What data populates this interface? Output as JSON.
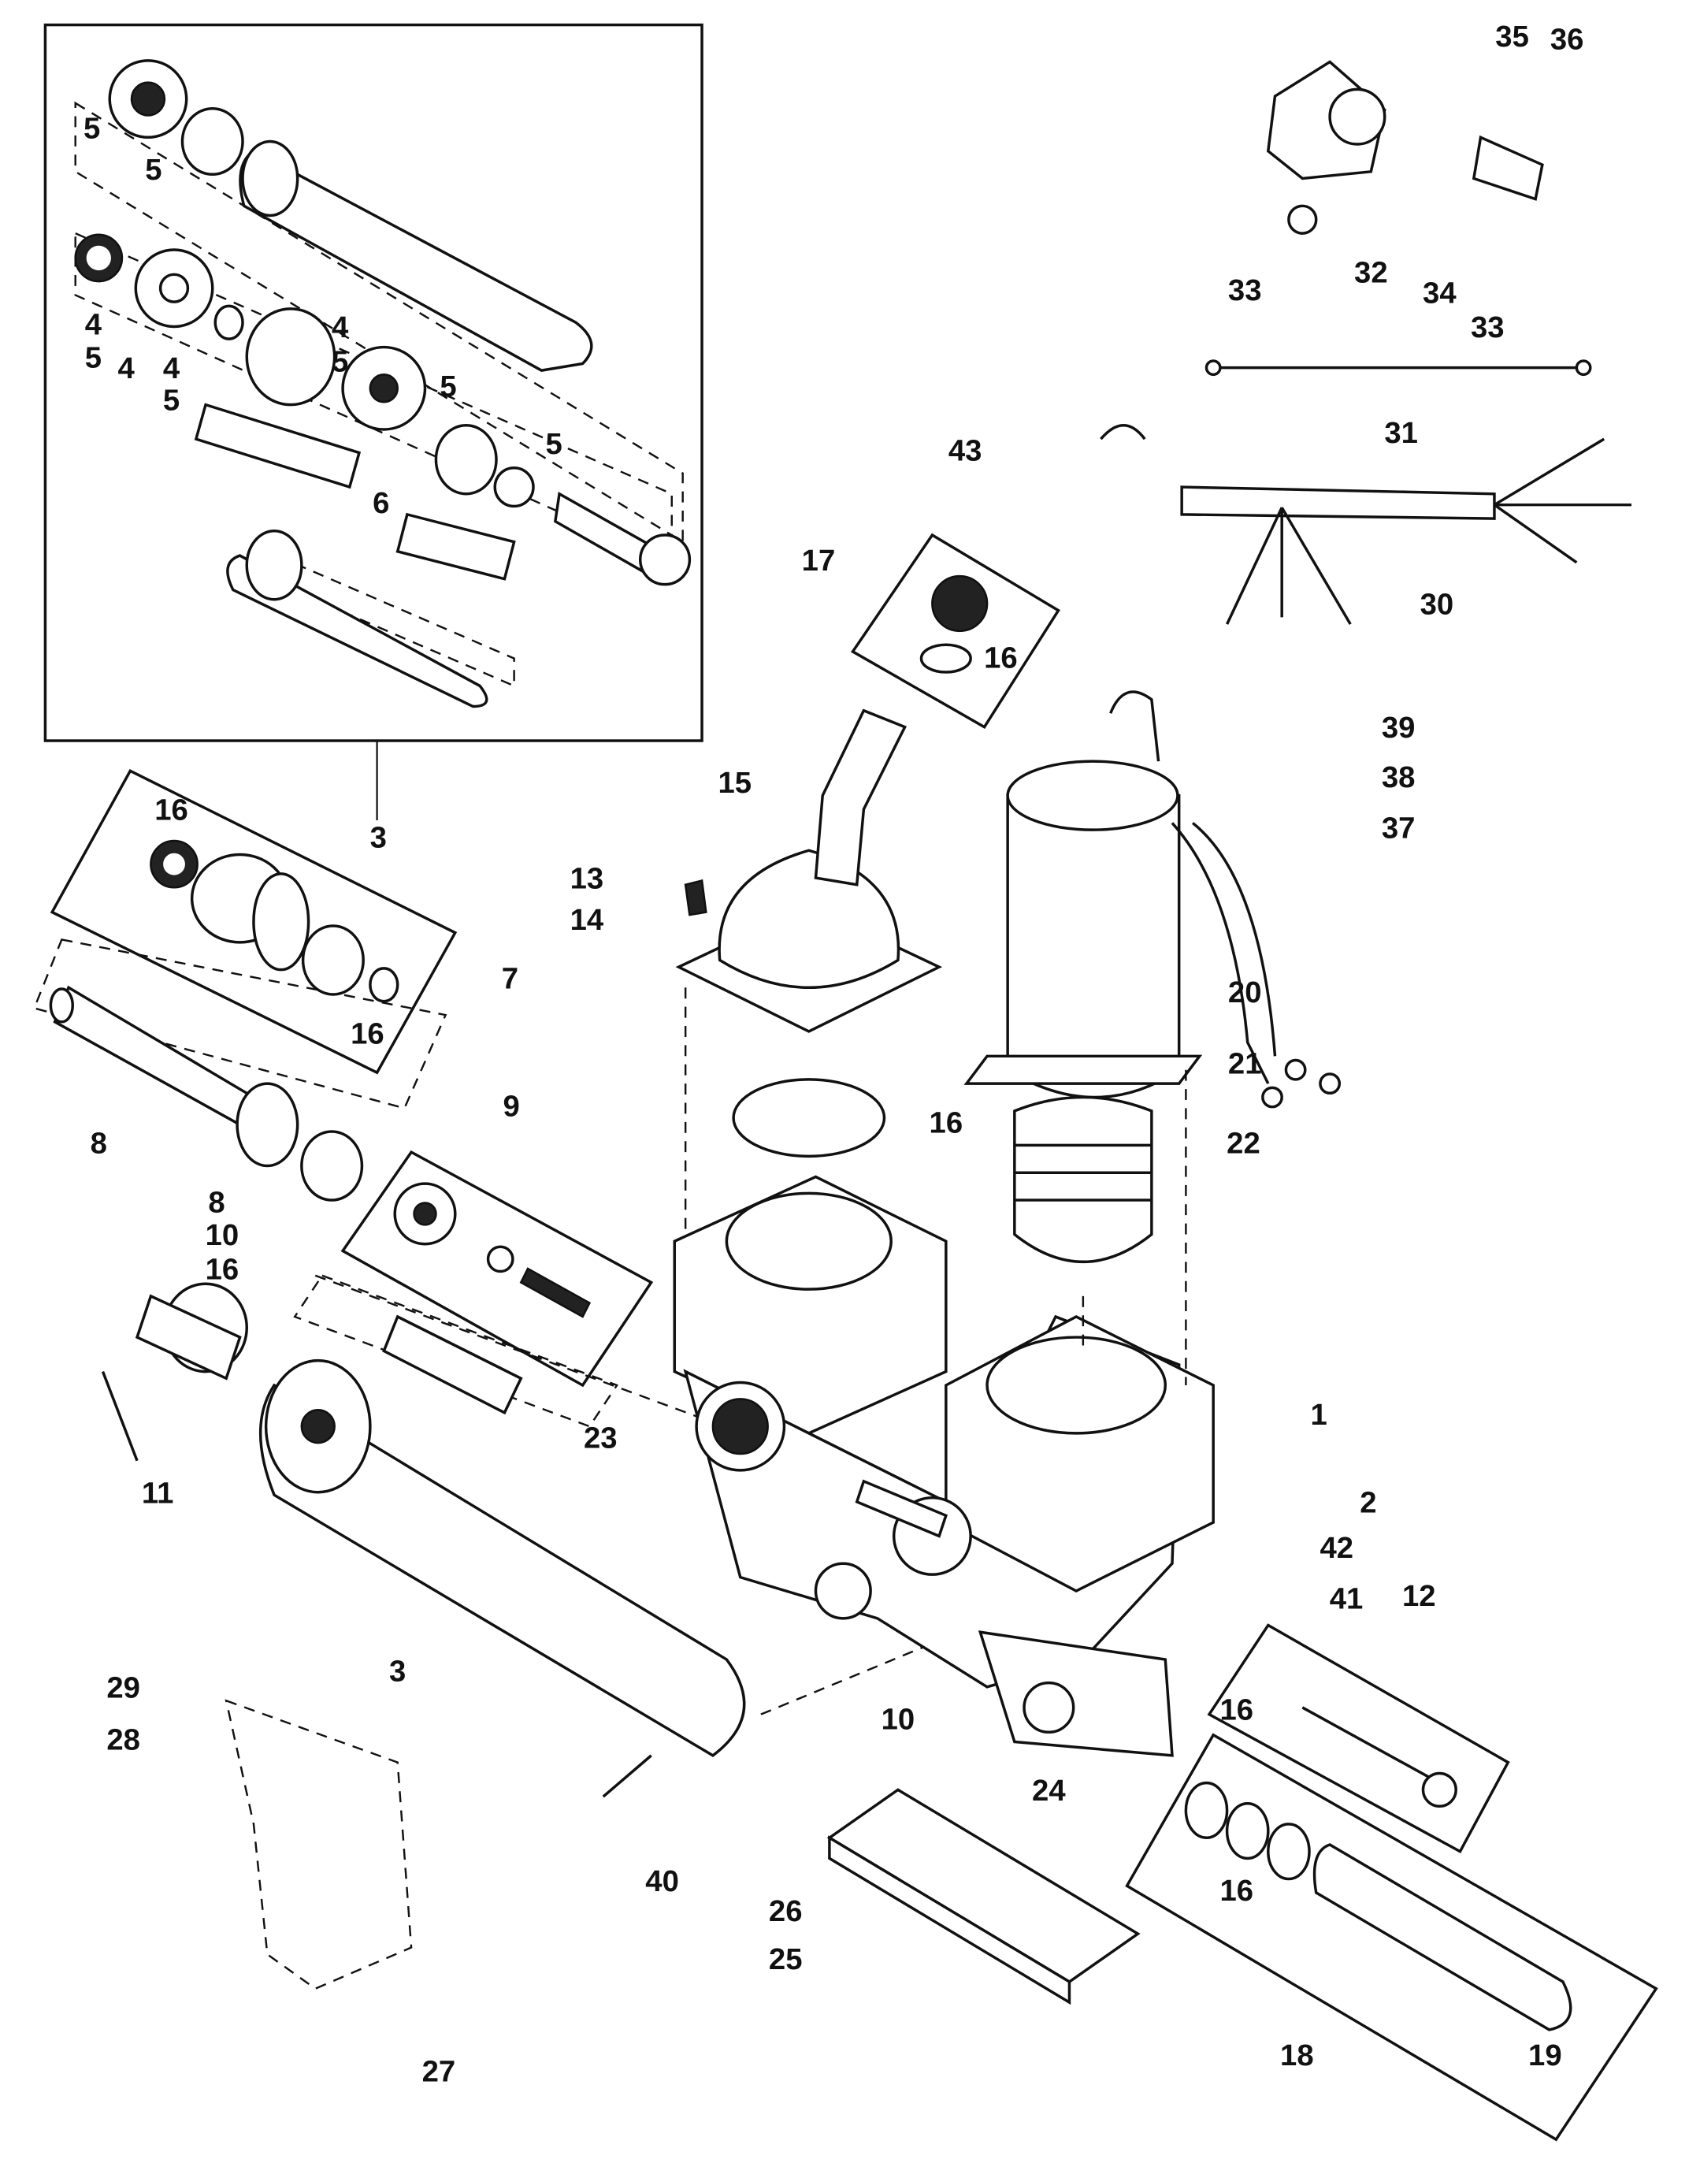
{
  "diagram": {
    "type": "exploded-parts-diagram",
    "callouts": [
      "5",
      "5",
      "4",
      "5",
      "4",
      "4",
      "5",
      "4",
      "5",
      "5",
      "5",
      "6",
      "3",
      "16",
      "7",
      "16",
      "8",
      "8",
      "10",
      "16",
      "9",
      "11",
      "23",
      "3",
      "29",
      "28",
      "40",
      "27",
      "24",
      "26",
      "25",
      "18",
      "19",
      "16",
      "16",
      "12",
      "10",
      "41",
      "42",
      "2",
      "1",
      "22",
      "16",
      "21",
      "20",
      "37",
      "38",
      "39",
      "15",
      "13",
      "14",
      "17",
      "16",
      "43",
      "31",
      "30",
      "33",
      "32",
      "34",
      "35",
      "36",
      "33"
    ]
  }
}
